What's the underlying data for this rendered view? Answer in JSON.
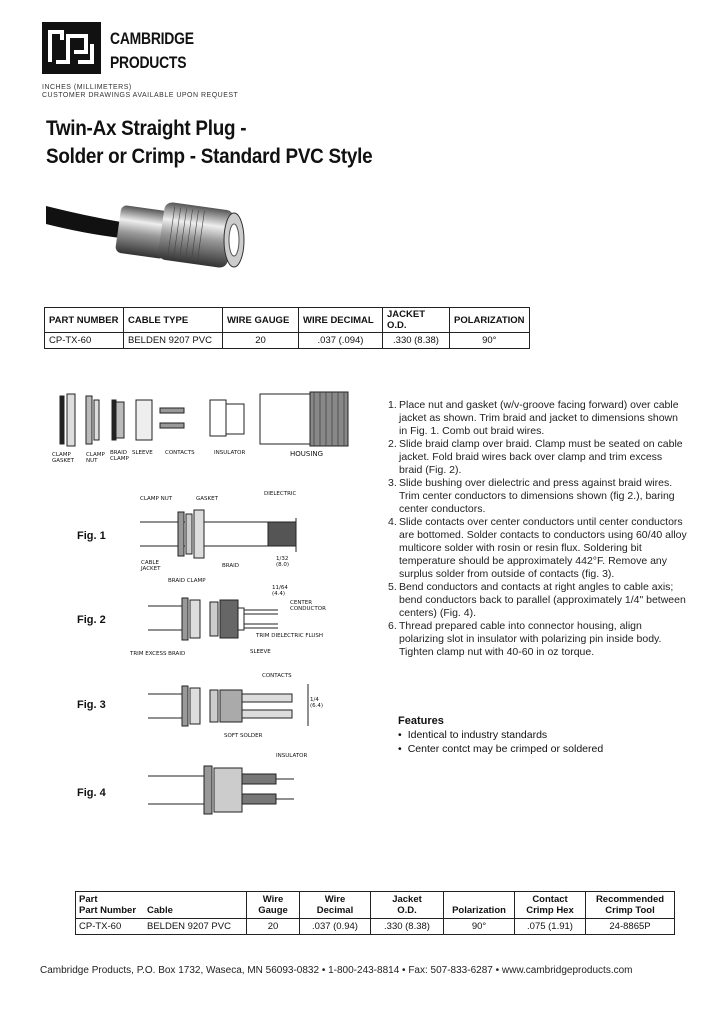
{
  "header": {
    "company_line1": "CAMBRIDGE",
    "company_line2": "PRODUCTS",
    "note1": "INCHES (MILLIMETERS)",
    "note2": "CUSTOMER DRAWINGS AVAILABLE UPON REQUEST"
  },
  "title": {
    "line1": "Twin-Ax Straight Plug -",
    "line2": "Solder or Crimp - Standard PVC Style"
  },
  "spec_table_top": {
    "headers": [
      "PART NUMBER",
      "CABLE TYPE",
      "WIRE GAUGE",
      "WIRE DECIMAL",
      "JACKET O.D.",
      "POLARIZATION"
    ],
    "row": [
      "CP-TX-60",
      "BELDEN 9207 PVC",
      "20",
      ".037 (.094)",
      ".330 (8.38)",
      "90°"
    ]
  },
  "exploded_view": {
    "clamp_gasket": "CLAMP\nGASKET",
    "clamp_nut": "CLAMP\nNUT",
    "braid_clamp": "BRAID\nCLAMP",
    "sleeve": "SLEEVE",
    "contacts": "CONTACTS",
    "insulator": "INSULATOR",
    "housing": "HOUSING"
  },
  "figures": {
    "fig1": {
      "label": "Fig. 1",
      "clamp_nut": "CLAMP NUT",
      "gasket": "GASKET",
      "dielectric": "DIELECTRIC",
      "cable_jacket": "CABLE\nJACKET",
      "braid": "BRAID",
      "dim": "1/32\n(8.0)"
    },
    "fig2": {
      "label": "Fig. 2",
      "braid_clamp": "BRAID CLAMP",
      "dim": "11/64\n(4.4)",
      "center_conductor": "CENTER\nCONDUCTOR",
      "trim_dielectric": "TRIM DIELECTRIC FLUSH",
      "trim_braid": "TRIM EXCESS BRAID",
      "sleeve": "SLEEVE"
    },
    "fig3": {
      "label": "Fig. 3",
      "contacts": "CONTACTS",
      "dim": "1/4\n(6.4)",
      "soft_solder": "SOFT SOLDER"
    },
    "fig4": {
      "label": "Fig. 4",
      "insulator": "INSULATOR"
    }
  },
  "instructions": [
    {
      "num": "1.",
      "text": "Place nut and gasket (w/v-groove facing forward) over cable jacket as shown.  Trim braid and jacket to dimensions shown in Fig. 1.  Comb out braid wires."
    },
    {
      "num": "2.",
      "text": "Slide braid clamp over braid.  Clamp must be seated on cable jacket.  Fold braid wires back over clamp and trim excess braid (Fig. 2)."
    },
    {
      "num": "3.",
      "text": "Slide bushing over dielectric and press against braid wires. Trim center conductors to dimensions shown (fig 2.), baring center conductors."
    },
    {
      "num": "4.",
      "text": "Slide contacts over center conductors until center conductors are bottomed.  Solder contacts to conductors using 60/40 alloy multicore solder with rosin or resin flux.  Soldering bit temperature should be approximately 442°F.  Remove any surplus solder from outside of contacts (fig. 3)."
    },
    {
      "num": "5.",
      "text": "Bend conductors and contacts at right angles to cable axis; bend conductors back to parallel (approximately 1/4\" between centers) (Fig. 4)."
    },
    {
      "num": "6.",
      "text": "Thread prepared cable into connector housing, align polarizing slot in insulator with polarizing pin inside body.  Tighten clamp nut with 40-60 in oz torque."
    }
  ],
  "features": {
    "title": "Features",
    "items": [
      "Identical to industry standards",
      "Center contct may be crimped or soldered"
    ]
  },
  "spec_table_bottom": {
    "headers": [
      {
        "l1": "Part",
        "l2": "Part Number"
      },
      {
        "l1": "",
        "l2": "Cable"
      },
      {
        "l1": "Wire",
        "l2": "Gauge"
      },
      {
        "l1": "Wire",
        "l2": "Decimal"
      },
      {
        "l1": "Jacket",
        "l2": "O.D."
      },
      {
        "l1": "",
        "l2": "Polarization"
      },
      {
        "l1": "Contact",
        "l2": "Crimp Hex"
      },
      {
        "l1": "Recommended",
        "l2": "Crimp Tool"
      }
    ],
    "row": [
      "CP-TX-60",
      "BELDEN 9207 PVC",
      "20",
      ".037 (0.94)",
      ".330 (8.38)",
      "90°",
      ".075 (1.91)",
      "24-8865P"
    ]
  },
  "footer": "Cambridge Products, P.O. Box 1732, Waseca, MN 56093-0832  •  1-800-243-8814  •  Fax: 507-833-6287  •  www.cambridgeproducts.com",
  "colors": {
    "ink": "#111111",
    "grey": "#888888"
  }
}
